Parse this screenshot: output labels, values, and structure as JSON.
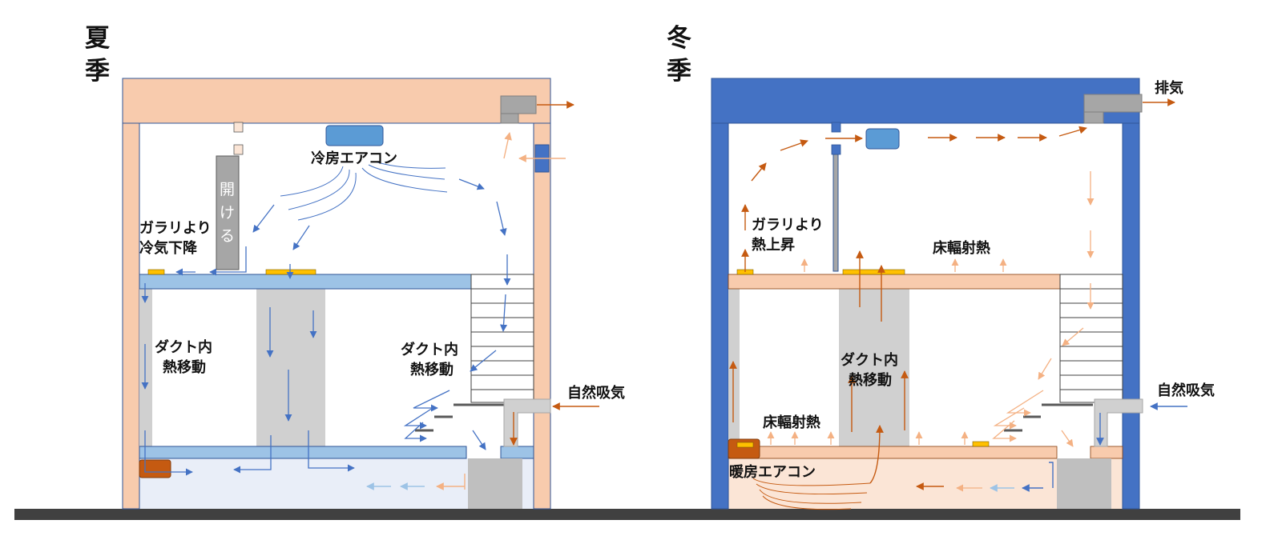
{
  "colors": {
    "summer_wall": "#f8cbad",
    "winter_wall": "#4472c4",
    "summer_slab": "#9dc3e6",
    "winter_slab": "#f8cbad",
    "duct": "#d0d0d0",
    "cool_arrow": "#4472c4",
    "warm_arrow": "#c55a11",
    "pale_warm_arrow": "#f4b183",
    "pale_cool_arrow": "#9dc3e6",
    "vent_yellow": "#ffc000",
    "ac_unit": "#5b9bd5",
    "heater_unit": "#c55a11",
    "ground": "#404040"
  },
  "icons": {
    "ceiling_ac": "rounded-rect-unit",
    "floor_heater": "box-unit",
    "grille": "yellow-bar",
    "exhaust": "gray-hood"
  },
  "summer": {
    "title_1": "夏",
    "title_2": "季",
    "cooling_ac": "冷房エアコン",
    "open_1": "開",
    "open_2": "け",
    "open_3": "る",
    "grille_1": "ガラリより",
    "grille_2": "冷気下降",
    "duct_1_1": "ダクト内",
    "duct_1_2": "熱移動",
    "duct_2_1": "ダクト内",
    "duct_2_2": "熱移動",
    "intake": "自然吸気"
  },
  "winter": {
    "title_1": "冬",
    "title_2": "季",
    "exhaust": "排気",
    "grille_1": "ガラリより",
    "grille_2": "熱上昇",
    "floor_rad_upper": "床輻射熱",
    "duct_1": "ダクト内",
    "duct_2": "熱移動",
    "intake": "自然吸気",
    "floor_rad_lower": "床輻射熱",
    "heating_ac": "暖房エアコン"
  }
}
